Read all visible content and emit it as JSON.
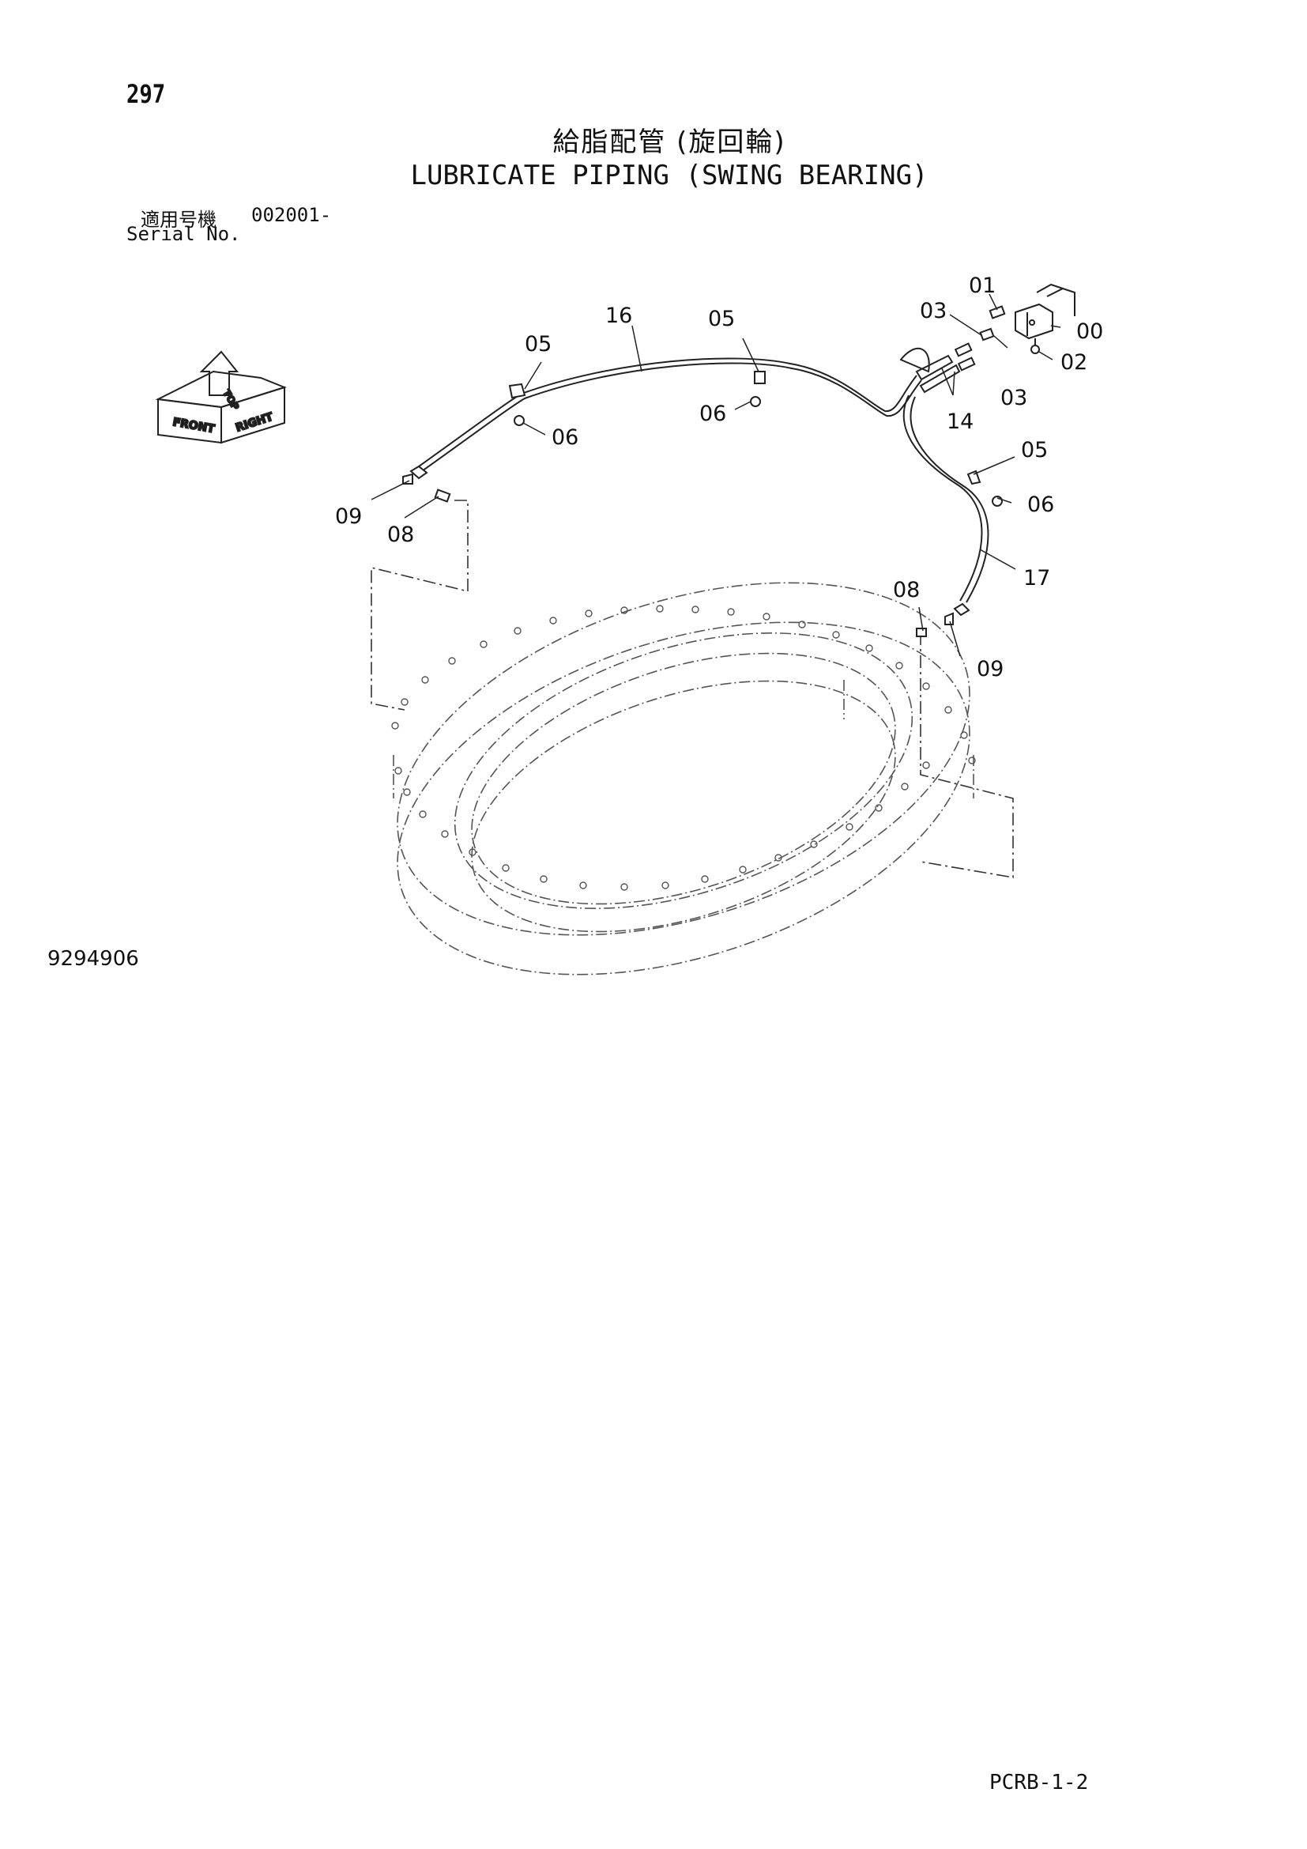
{
  "page_number": "297",
  "title_jp": "給脂配管 (旋回輪)",
  "title_en": "LUBRICATE PIPING (SWING BEARING)",
  "serial": {
    "label_jp": "適用号機",
    "value": "002001-",
    "label_en": "Serial No."
  },
  "orientation_mark": {
    "front": "FRONT",
    "right": "RIGHT",
    "top": "TOP"
  },
  "callouts": {
    "c00": "00",
    "c01": "01",
    "c02": "02",
    "c03a": "03",
    "c03b": "03",
    "c05a": "05",
    "c05b": "05",
    "c05c": "05",
    "c06a": "06",
    "c06b": "06",
    "c06c": "06",
    "c08a": "08",
    "c08b": "08",
    "c09a": "09",
    "c09b": "09",
    "c14": "14",
    "c16": "16",
    "c17": "17"
  },
  "drawing_number": "9294906",
  "footer_code": "PCRB-1-2"
}
